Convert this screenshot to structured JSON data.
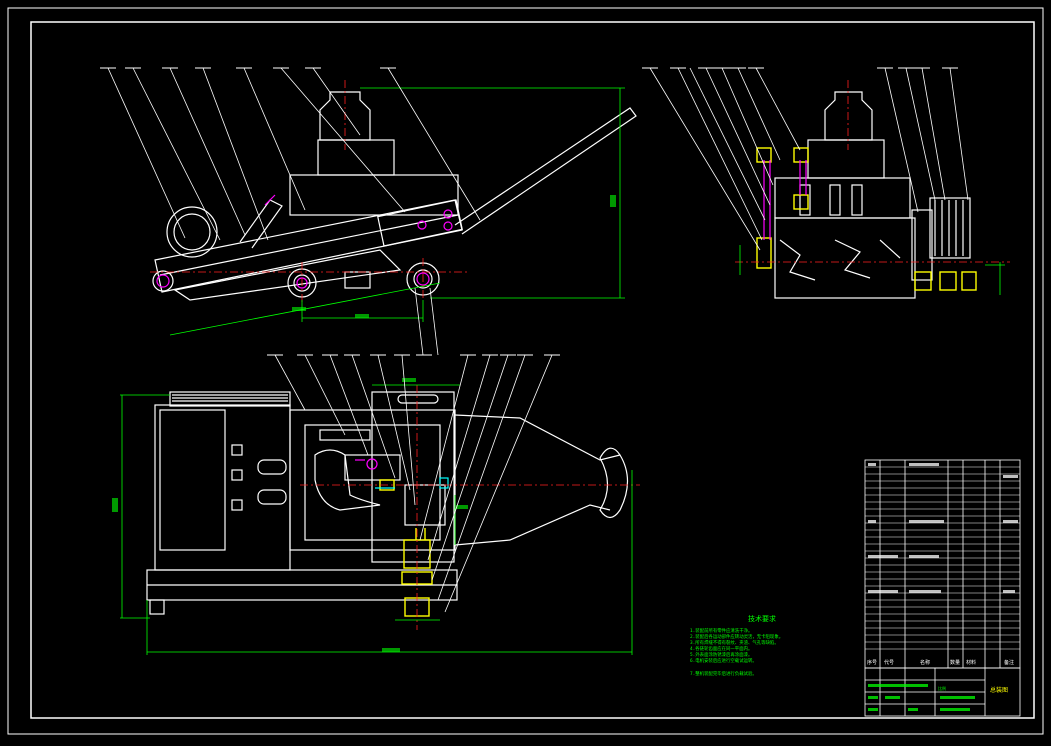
{
  "drawing": {
    "colors": {
      "line": "#ffffff",
      "dimension": "#00ff00",
      "leader": "#ffffff",
      "centerline": "#ff2020",
      "highlight": "#ffff00",
      "accent": "#ff00ff",
      "cyan": "#00ffff",
      "background": "#000000"
    },
    "tech_requirements": {
      "title": "技术要求",
      "lines": [
        "1.装配前所有零件应清洗干净。",
        "2.装配后各运动部件应转动灵活，无卡阻现象。",
        "3.所有焊缝不得有裂纹、夹渣、气孔等缺陷。",
        "4.各链轮齿面应在同一平面内。",
        "5.外表面涂防锈漆后再涂面漆。",
        "6.电机安装后应进行空载试运转。",
        "7.整机装配完毕后进行负载试验。"
      ]
    },
    "title_block": {
      "drawing_name": "总装图",
      "scale_label": "比例",
      "header_cells": [
        "序号",
        "代号",
        "名称",
        "数量",
        "材料",
        "备注"
      ]
    }
  }
}
